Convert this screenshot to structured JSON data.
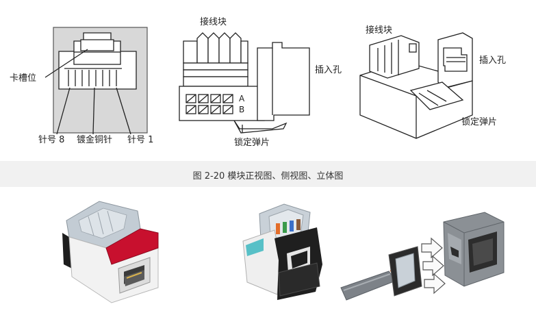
{
  "front_view": {
    "labels": {
      "card_slot": "卡槽位",
      "pin8": "针号 8",
      "gold_pin": "镀金铜针",
      "pin1": "针号 1"
    }
  },
  "side_view": {
    "labels": {
      "terminal_block": "接线块",
      "insert_hole": "插入孔",
      "lock_spring": "锁定弹片",
      "row_a": "A",
      "row_b": "B"
    }
  },
  "iso_view": {
    "labels": {
      "terminal_block": "接线块",
      "insert_hole": "插入孔",
      "lock_spring": "锁定弹片"
    }
  },
  "caption": "图 2-20  模块正视图、侧视图、立体图",
  "colors": {
    "panel_grey": "#d6d6d6",
    "module_red": "#c8102e",
    "clear_cap": "#b7c2cc",
    "module_white": "#f2f2f2",
    "module_black": "#1c1c1c",
    "module_grey": "#8a8f94",
    "arrow_white": "#fafafa"
  }
}
